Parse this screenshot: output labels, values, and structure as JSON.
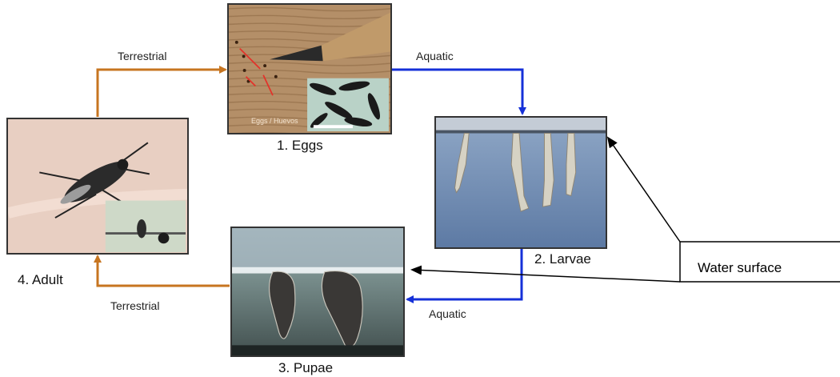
{
  "stages": {
    "eggs": {
      "caption": "1. Eggs",
      "inset_text": "Eggs / Huevos"
    },
    "larvae": {
      "caption": "2. Larvae"
    },
    "pupae": {
      "caption": "3. Pupae"
    },
    "adult": {
      "caption": "4. Adult"
    }
  },
  "transitions": {
    "adult_to_eggs": "Terrestrial",
    "eggs_to_larvae": "Aquatic",
    "larvae_to_pupae": "Aquatic",
    "pupae_to_adult": "Terrestrial"
  },
  "callout": {
    "label": "Water surface"
  },
  "colors": {
    "terrestrial": "#c77520",
    "aquatic": "#1530d8",
    "callout": "#000000"
  }
}
